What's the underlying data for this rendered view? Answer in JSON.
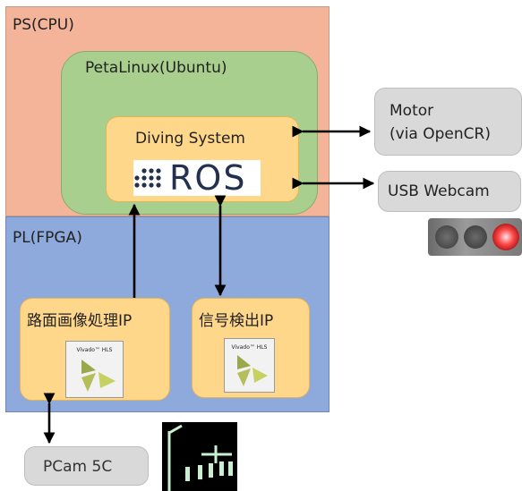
{
  "regions": {
    "ps_label": "PS(CPU)",
    "pl_label": "PL(FPGA)",
    "petalinux_label": "PetaLinux(Ubuntu)",
    "system_label": "Diving System",
    "ros_logo_text": "ROS"
  },
  "ip_blocks": {
    "road_ip_label": "路面画像処理IP",
    "signal_ip_label": "信号検出IP",
    "hls_logo_text": "Vivado™ HLS"
  },
  "peripherals": {
    "motor_line1": "Motor",
    "motor_line2": "(via OpenCR)",
    "webcam_label": "USB Webcam",
    "pcam_label": "PCam 5C"
  },
  "colors": {
    "ps_fill": "#f4b49a",
    "pl_fill": "#8ea9db",
    "petalinux_fill": "#a9cf8f",
    "block_fill": "#ffd78a",
    "peripheral_fill": "#d9d9d9",
    "ros_blue": "#22314e"
  }
}
